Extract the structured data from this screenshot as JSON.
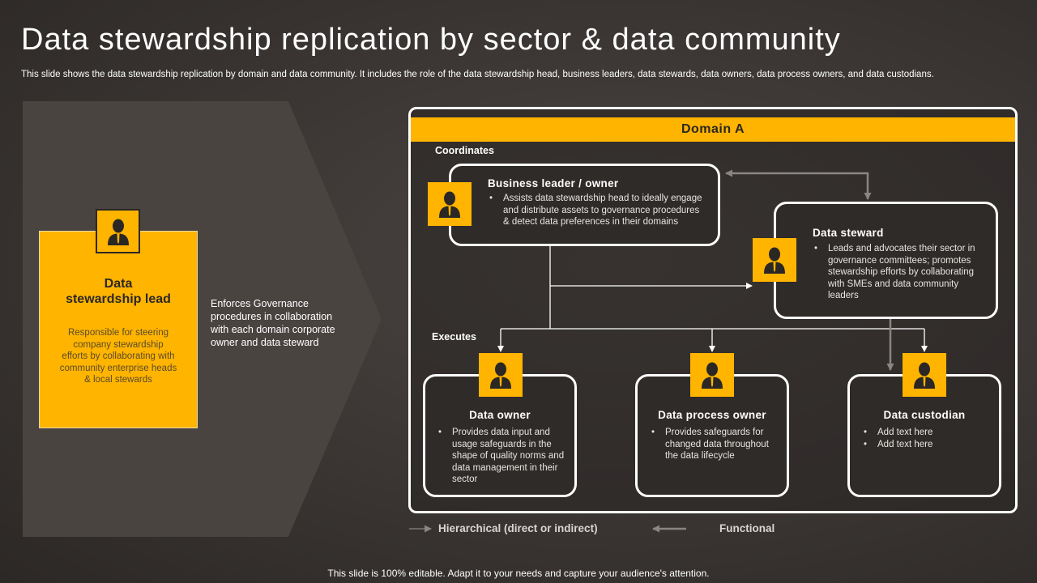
{
  "title": "Data stewardship replication by sector & data community",
  "subtitle": "This slide shows the data stewardship replication by domain and data community. It includes the role of the data stewardship head, business leaders, data stewards, data owners, data process owners, and data custodians.",
  "lead": {
    "title": "Data\nstewardship lead",
    "description": "Responsible for steering\ncompany stewardship\nefforts by collaborating with\ncommunity enterprise heads\n& local stewards",
    "icon": "person-icon"
  },
  "enforces_text": "Enforces Governance\nprocedures in collaboration\nwith each domain corporate\nowner and data steward",
  "domain": {
    "title": "Domain A",
    "coordinates_label": "Coordinates",
    "executes_label": "Executes"
  },
  "roles": {
    "business_leader": {
      "title": "Business leader / owner",
      "bullets": [
        "Assists data stewardship head to ideally engage and distribute assets to governance procedures & detect data preferences in their domains"
      ]
    },
    "data_steward": {
      "title": "Data steward",
      "bullets": [
        "Leads and advocates their sector in governance committees; promotes stewardship efforts by collaborating with SMEs and data community leaders"
      ]
    },
    "data_owner": {
      "title": "Data owner",
      "bullets": [
        "Provides data input and usage safeguards in the shape of quality norms and data management in their sector"
      ]
    },
    "data_process_owner": {
      "title": "Data process owner",
      "bullets": [
        "Provides safeguards for changed data throughout the data lifecycle"
      ]
    },
    "data_custodian": {
      "title": "Data custodian",
      "bullets": [
        "Add text here",
        "Add text here"
      ]
    }
  },
  "legend": {
    "hierarchical": "Hierarchical (direct or indirect)",
    "functional": "Functional"
  },
  "footer": "This slide is 100% editable. Adapt it to your needs and capture your audience's attention.",
  "colors": {
    "accent": "#ffb400",
    "background": "#3a3533",
    "card": "#2f2b29",
    "functional_arrow": "#8a8583"
  }
}
